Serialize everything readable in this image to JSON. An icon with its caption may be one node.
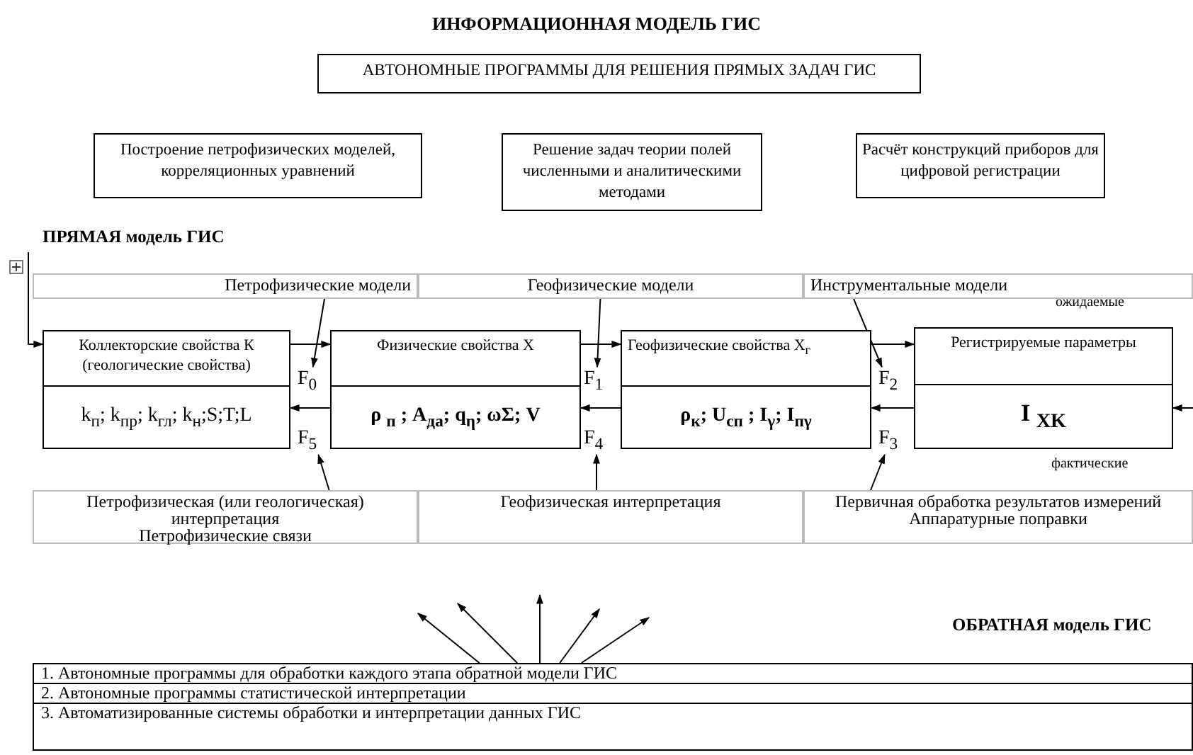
{
  "diagram": {
    "title": "ИНФОРМАЦИОННАЯ МОДЕЛЬ ГИС",
    "nodes": [
      {
        "text": [
          "АВТОНОМНЫЕ ПРОГРАММЫ ДЛЯ РЕШЕНИЯ ПРЯМЫХ ЗАДАЧ ГИС"
        ]
      },
      {
        "text": [
          "Построение петрофизических моделей, корреляционных уравнений"
        ]
      },
      {
        "text": [
          "Решение задач теории полей численными и аналитическими методами"
        ]
      },
      {
        "text": [
          "Расчёт конструкций приборов для цифровой регистрации"
        ]
      },
      {
        "text": [
          "Петрофизические модели"
        ]
      },
      {
        "text": [
          "Геофизические модели"
        ]
      },
      {
        "text": [
          "Инструментальные модели"
        ]
      },
      {
        "text": [
          "Коллекторские свойства К (геологические свойства)"
        ]
      },
      {
        "text": [
          "k$_{п}$; k$_{пр}$; k$_{гл}$; k$_{н}$;S;T;L"
        ]
      },
      {
        "text": [
          "Физические свойства X"
        ]
      },
      {
        "text": [
          "ρ $_{п}$ ; A$_{да}$; q$_{η}$; ωΣ; V"
        ]
      },
      {
        "text": [
          "Геофизические свойства X$_{г}$"
        ]
      },
      {
        "text": [
          "ρ$_{к}$; U$_{сп}$ ; I$_{γ}$; I$_{пγ}$"
        ]
      },
      {
        "text": [
          "Регистрируемые параметры"
        ]
      },
      {
        "text": [
          "I $_{XK}$"
        ]
      },
      {
        "text": [
          "Петрофизическая (или геологическая) интерпретация",
          "Петрофизические связи"
        ]
      },
      {
        "text": [
          "Геофизическая интерпретация"
        ]
      },
      {
        "text": [
          "Первичная обработка результатов измерений",
          "Аппаратурные поправки"
        ]
      },
      {
        "text": [
          "1. Автономные программы для обработки каждого этапа обратной модели ГИС"
        ]
      },
      {
        "text": [
          "2. Автономные программы статистической интерпретации"
        ]
      },
      {
        "text": [
          "3. Автоматизированные системы обработки и интерпретации данных ГИС"
        ]
      },
      {
        "text": [
          "F$_{0}$"
        ]
      },
      {
        "text": [
          "F$_{1}$"
        ]
      },
      {
        "text": [
          "F$_{2}$"
        ]
      },
      {
        "text": [
          "F$_{5}$"
        ]
      },
      {
        "text": [
          "F$_{4}$"
        ]
      },
      {
        "text": [
          "F$_{3}$"
        ]
      }
    ],
    "edges": [
      {
        "from": null,
        "to": 7,
        "arrow": "to"
      },
      {
        "from": 4,
        "to": 21,
        "arrow": "to"
      },
      {
        "from": 7,
        "to": 9,
        "arrow": "to"
      },
      {
        "from": 5,
        "to": 22,
        "arrow": "to"
      },
      {
        "from": 9,
        "to": 11,
        "arrow": "to"
      },
      {
        "from": 6,
        "to": 23,
        "arrow": "to"
      },
      {
        "from": 11,
        "to": 13,
        "arrow": "to"
      },
      {
        "from": null,
        "to": 14,
        "arrow": "to"
      },
      {
        "from": 14,
        "to": 12,
        "arrow": "to"
      },
      {
        "from": 12,
        "to": 10,
        "arrow": "to"
      },
      {
        "from": 10,
        "to": 8,
        "arrow": "to"
      },
      {
        "from": 15,
        "to": 24,
        "arrow": "to"
      },
      {
        "from": 16,
        "to": 25,
        "arrow": "to"
      },
      {
        "from": 17,
        "to": 26,
        "arrow": "to"
      },
      {
        "from": 18,
        "to": null,
        "arrow": "to"
      },
      {
        "from": 18,
        "to": null,
        "arrow": "to"
      },
      {
        "from": 18,
        "to": null,
        "arrow": "to"
      },
      {
        "from": 18,
        "to": null,
        "arrow": "to"
      },
      {
        "from": 18,
        "to": null,
        "arrow": "to"
      }
    ],
    "labels": [
      "ПРЯМАЯ модель ГИС",
      "ожидаемые",
      "фактические",
      "ОБРАТНАЯ модель ГИС"
    ]
  }
}
